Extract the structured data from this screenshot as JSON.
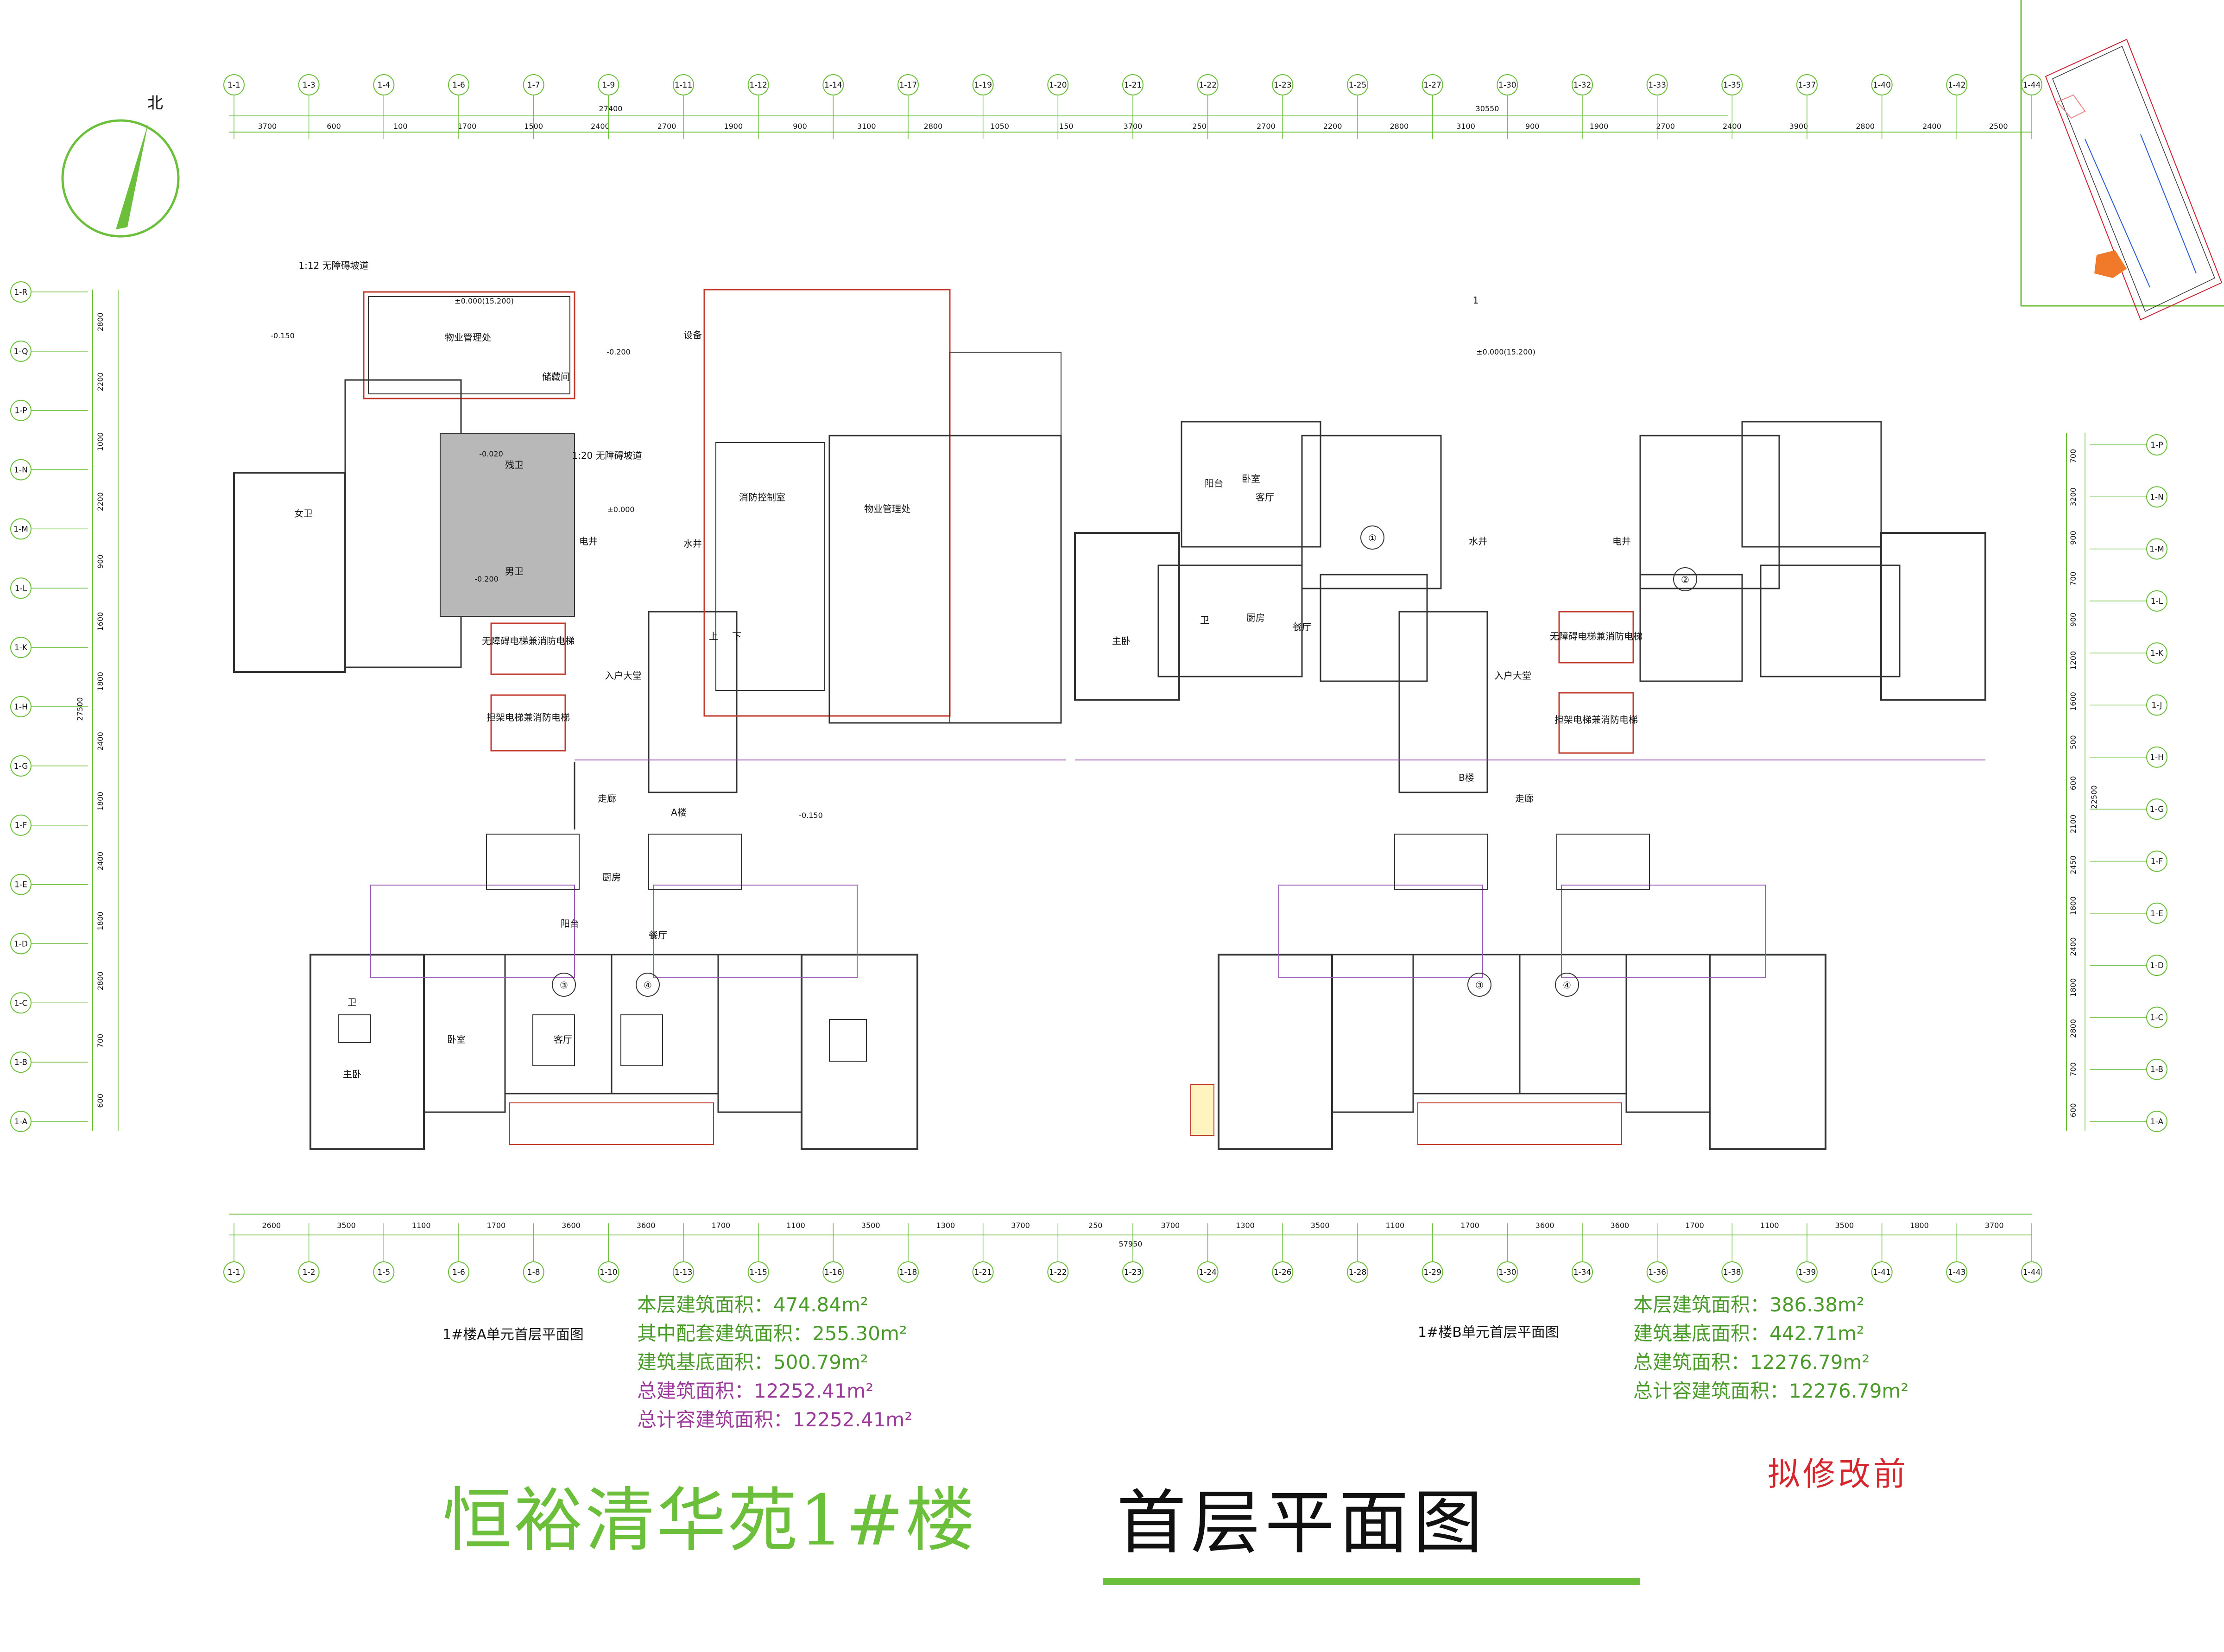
{
  "title": {
    "project": "恒裕清华苑1#楼",
    "drawing": "首层平面图",
    "stamp": "拟修改前",
    "stamp_color": "#d6262e",
    "accent_color": "#6bbf3a"
  },
  "north_label": "北",
  "unit_a": {
    "name": "1#楼A单元首层平面图",
    "stats": [
      {
        "label": "本层建筑面积：",
        "value": "474.84m²",
        "color": "#4a9b2a"
      },
      {
        "label": "其中配套建筑面积：",
        "value": "255.30m²",
        "color": "#4a9b2a"
      },
      {
        "label": "建筑基底面积：",
        "value": "500.79m²",
        "color": "#4a9b2a"
      },
      {
        "label": "总建筑面积：",
        "value": "12252.41m²",
        "color": "#9b3a9b"
      },
      {
        "label": "总计容建筑面积：",
        "value": "12252.41m²",
        "color": "#9b3a9b"
      }
    ]
  },
  "unit_b": {
    "name": "1#楼B单元首层平面图",
    "stats": [
      {
        "label": "本层建筑面积：",
        "value": "386.38m²",
        "color": "#4a9b2a"
      },
      {
        "label": "建筑基底面积：",
        "value": "442.71m²",
        "color": "#4a9b2a"
      },
      {
        "label": "总建筑面积：",
        "value": "12276.79m²",
        "color": "#4a9b2a"
      },
      {
        "label": "总计容建筑面积：",
        "value": "12276.79m²",
        "color": "#4a9b2a"
      }
    ]
  },
  "grid_top": [
    "1-1",
    "1-3",
    "1-4",
    "1-6",
    "1-7",
    "1-9",
    "1-11",
    "1-12",
    "1-14",
    "1-17",
    "1-19",
    "1-20",
    "1-21",
    "1-22",
    "1-23",
    "1-25",
    "1-27",
    "1-30",
    "1-32",
    "1-33",
    "1-35",
    "1-37",
    "1-40",
    "1-42",
    "1-44"
  ],
  "grid_bottom": [
    "1-1",
    "1-2",
    "1-5",
    "1-6",
    "1-8",
    "1-10",
    "1-13",
    "1-15",
    "1-16",
    "1-18",
    "1-21",
    "1-22",
    "1-23",
    "1-24",
    "1-26",
    "1-28",
    "1-29",
    "1-30",
    "1-34",
    "1-36",
    "1-38",
    "1-39",
    "1-41",
    "1-43",
    "1-44"
  ],
  "grid_left": [
    "1-R",
    "1-Q",
    "1-P",
    "1-N",
    "1-M",
    "1-L",
    "1-K",
    "1-H",
    "1-G",
    "1-F",
    "1-E",
    "1-D",
    "1-C",
    "1-B",
    "1-A"
  ],
  "grid_right": [
    "1-P",
    "1-N",
    "1-M",
    "1-L",
    "1-K",
    "1-J",
    "1-H",
    "1-G",
    "1-F",
    "1-E",
    "1-D",
    "1-C",
    "1-B",
    "1-A"
  ],
  "dims_top_row1": [
    "3700",
    "600",
    "100",
    "1700",
    "1500",
    "2400",
    "2700",
    "1900",
    "900",
    "3100",
    "2800",
    "1050",
    "150",
    "3700",
    "250",
    "2700",
    "2200",
    "2800",
    "3100",
    "900",
    "1900",
    "2700",
    "2400",
    "3900",
    "2800",
    "2400",
    "2500"
  ],
  "dims_top_totals": [
    "27400",
    "30550"
  ],
  "dims_bottom_row": [
    "2600",
    "3500",
    "1100",
    "1700",
    "3600",
    "3600",
    "1700",
    "1100",
    "3500",
    "1300",
    "3700",
    "250",
    "3700",
    "1300",
    "3500",
    "1100",
    "1700",
    "3600",
    "3600",
    "1700",
    "1100",
    "3500",
    "1800",
    "3700"
  ],
  "dims_bottom_total": "57950",
  "dims_left": [
    "2800",
    "2200",
    "1000",
    "2200",
    "900",
    "1600",
    "1800",
    "2400",
    "1800",
    "2400",
    "1800",
    "2800",
    "700",
    "600"
  ],
  "dims_left_total": "27500",
  "dims_right": [
    "700",
    "3200",
    "900",
    "700",
    "900",
    "1200",
    "1600",
    "500",
    "600",
    "2100",
    "2450",
    "1800",
    "2400",
    "1800",
    "2800",
    "700",
    "600"
  ],
  "dims_right_total": "22500",
  "elevations": [
    "-0.150",
    "-0.200",
    "±0.000(15.200)",
    "±0.000",
    "-0.020",
    "-0.200",
    "-0.150",
    "±0.000(15.200)"
  ],
  "rooms_a": [
    "物业管理处",
    "残卫",
    "男卫",
    "女卫",
    "消防控制室",
    "物业管理处",
    "电井",
    "水井",
    "无障碍电梯兼消防电梯",
    "担架电梯兼消防电梯",
    "入户大堂",
    "走廊",
    "A楼",
    "主卧",
    "卧室",
    "客厅",
    "餐厅",
    "厨房",
    "阳台",
    "卫",
    "③",
    "④"
  ],
  "rooms_b": [
    "客厅",
    "卧室",
    "阳台",
    "餐厅",
    "厨房",
    "主卧",
    "卫",
    "①",
    "②",
    "水井",
    "电井",
    "无障碍电梯兼消防电梯",
    "担架电梯兼消防电梯",
    "入户大堂",
    "走廊",
    "B楼",
    "③",
    "④"
  ],
  "misc_labels": [
    "1:20 无障碍坡道",
    "1:12 无障碍坡道",
    "上",
    "下",
    "1",
    "储藏间",
    "设备"
  ]
}
